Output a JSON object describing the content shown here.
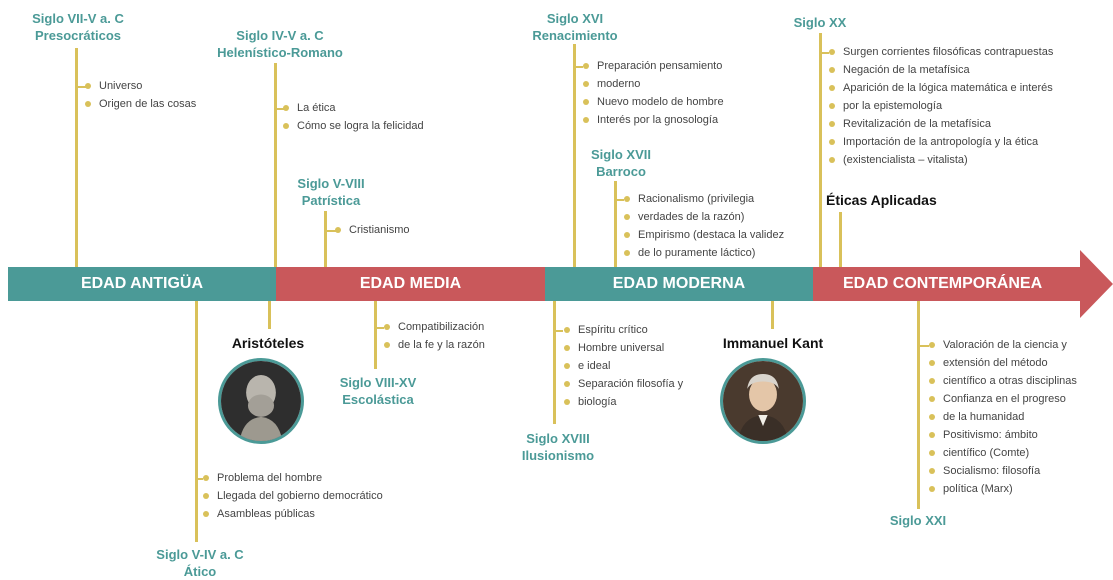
{
  "eras": {
    "antigua": "EDAD ANTIGÜA",
    "media": "EDAD MEDIA",
    "moderna": "EDAD MODERNA",
    "contemporanea": "EDAD CONTEMPORÁNEA"
  },
  "periods": {
    "presocraticos": {
      "line1": "Siglo VII-V a. C",
      "line2": "Presocráticos",
      "items": [
        "Universo",
        "Origen de las cosas"
      ]
    },
    "helenistico": {
      "line1": "Siglo IV-V a. C",
      "line2": "Helenístico-Romano",
      "items": [
        "La ética",
        "Cómo se logra la felicidad"
      ]
    },
    "patristica": {
      "line1": "Siglo V-VIII",
      "line2": "Patrística",
      "items": [
        "Cristianismo"
      ]
    },
    "atico": {
      "line1": "Siglo V-IV a. C",
      "line2": "Ático",
      "items": [
        "Problema del hombre",
        "Llegada del gobierno democrático",
        "Asambleas públicas"
      ]
    },
    "escolastica": {
      "line1": "Siglo VIII-XV",
      "line2": "Escolástica",
      "items": [
        "Compatibilización",
        "de la fe y la razón"
      ]
    },
    "renacimiento": {
      "line1": "Siglo XVI",
      "line2": "Renacimiento",
      "items": [
        "Preparación pensamiento",
        "moderno",
        "Nuevo modelo de hombre",
        "Interés por la gnosología"
      ]
    },
    "barroco": {
      "line1": "Siglo XVII",
      "line2": "Barroco",
      "items": [
        "Racionalismo (privilegia",
        "verdades de la razón)",
        "Empirismo (destaca la validez",
        "de lo puramente láctico)"
      ]
    },
    "ilusionismo": {
      "line1": "Siglo XVIII",
      "line2": "Ilusionismo",
      "items": [
        "Espíritu crítico",
        "Hombre universal",
        "e ideal",
        "Separación filosofía y",
        "biología"
      ]
    },
    "siglo_xx": {
      "line1": "Siglo XX",
      "items": [
        "Surgen corrientes filosóficas contrapuestas",
        "Negación de la metafísica",
        "Aparición de la lógica matemática e interés",
        "por la epistemología",
        "Revitalización de la metafísica",
        "Importación de la antropología y la ética",
        "(existencialista – vitalista)"
      ]
    },
    "siglo_xxi": {
      "line1": "Siglo XXI",
      "items": [
        "Valoración de la ciencia y",
        "extensión del método",
        "científico a otras disciplinas",
        "Confianza en el progreso",
        "de la humanidad",
        "Positivismo: ámbito",
        "científico (Comte)",
        "Socialismo: filosofía",
        "política (Marx)"
      ]
    }
  },
  "figures": {
    "aristoteles": "Aristóteles",
    "kant": "Immanuel Kant",
    "eticas": "Éticas Aplicadas"
  },
  "colors": {
    "teal": "#4b9a97",
    "red": "#c9585b",
    "gold": "#d9c15a"
  }
}
